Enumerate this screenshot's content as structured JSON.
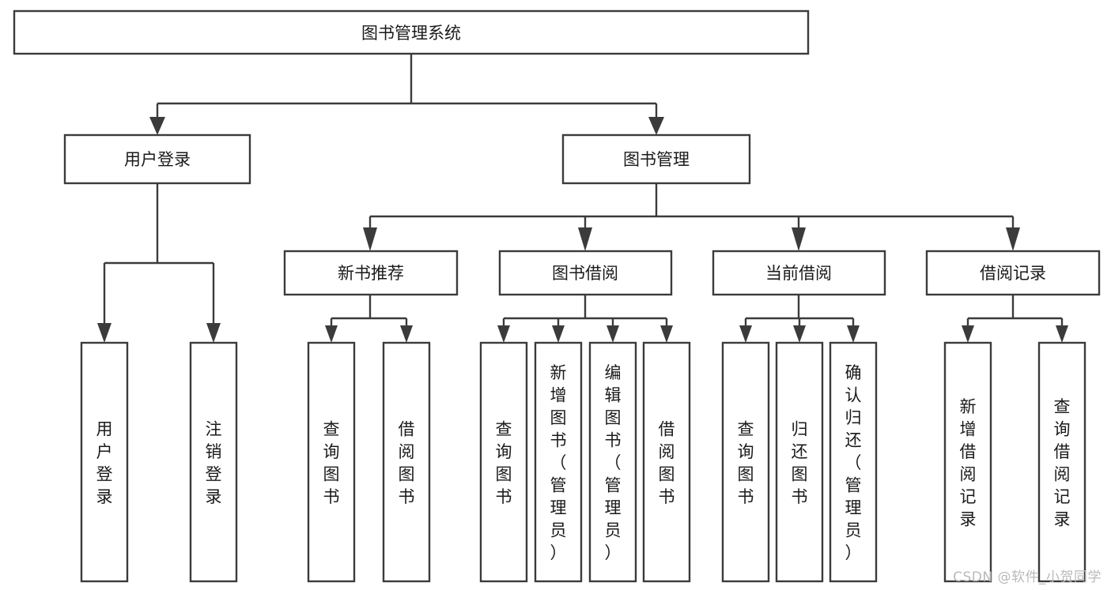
{
  "diagram": {
    "type": "tree",
    "title": "图书管理系统",
    "watermark": "CSDN @软件_小贺同学",
    "colors": {
      "stroke": "#3b3b3b",
      "box_fill": "#ffffff",
      "text": "#1a1a1a",
      "background": "#ffffff",
      "watermark": "#b9b9b9"
    },
    "nodes": {
      "root": {
        "label": "图书管理系统",
        "level": 0,
        "orientation": "horizontal"
      },
      "l1": [
        {
          "id": "user-login",
          "label": "用户登录",
          "level": 1,
          "orientation": "horizontal"
        },
        {
          "id": "book-manage",
          "label": "图书管理",
          "level": 1,
          "orientation": "horizontal"
        }
      ],
      "l2": [
        {
          "id": "new-book-recommend",
          "label": "新书推荐",
          "level": 2,
          "orientation": "horizontal",
          "parent": "book-manage"
        },
        {
          "id": "book-borrow",
          "label": "图书借阅",
          "level": 2,
          "orientation": "horizontal",
          "parent": "book-manage"
        },
        {
          "id": "current-borrow",
          "label": "当前借阅",
          "level": 2,
          "orientation": "horizontal",
          "parent": "book-manage"
        },
        {
          "id": "borrow-record",
          "label": "借阅记录",
          "level": 2,
          "orientation": "horizontal",
          "parent": "book-manage"
        }
      ],
      "leaves": [
        {
          "id": "leaf-user-login",
          "label": "用户登录",
          "parent": "user-login",
          "orientation": "vertical"
        },
        {
          "id": "leaf-user-logout",
          "label": "注销登录",
          "parent": "user-login",
          "orientation": "vertical"
        },
        {
          "id": "leaf-query-book-1",
          "label": "查询图书",
          "parent": "new-book-recommend",
          "orientation": "vertical"
        },
        {
          "id": "leaf-borrow-book-1",
          "label": "借阅图书",
          "parent": "new-book-recommend",
          "orientation": "vertical"
        },
        {
          "id": "leaf-query-book-2",
          "label": "查询图书",
          "parent": "book-borrow",
          "orientation": "vertical"
        },
        {
          "id": "leaf-add-book",
          "label": "新增图书（管理员）",
          "parent": "book-borrow",
          "orientation": "vertical"
        },
        {
          "id": "leaf-edit-book",
          "label": "编辑图书（管理员）",
          "parent": "book-borrow",
          "orientation": "vertical"
        },
        {
          "id": "leaf-borrow-book-2",
          "label": "借阅图书",
          "parent": "book-borrow",
          "orientation": "vertical"
        },
        {
          "id": "leaf-query-book-3",
          "label": "查询图书",
          "parent": "current-borrow",
          "orientation": "vertical"
        },
        {
          "id": "leaf-return-book",
          "label": "归还图书",
          "parent": "current-borrow",
          "orientation": "vertical"
        },
        {
          "id": "leaf-confirm-return",
          "label": "确认归还（管理员）",
          "parent": "current-borrow",
          "orientation": "vertical"
        },
        {
          "id": "leaf-add-record",
          "label": "新增借阅记录",
          "parent": "borrow-record",
          "orientation": "vertical"
        },
        {
          "id": "leaf-query-record",
          "label": "查询借阅记录",
          "parent": "borrow-record",
          "orientation": "vertical"
        }
      ]
    }
  }
}
